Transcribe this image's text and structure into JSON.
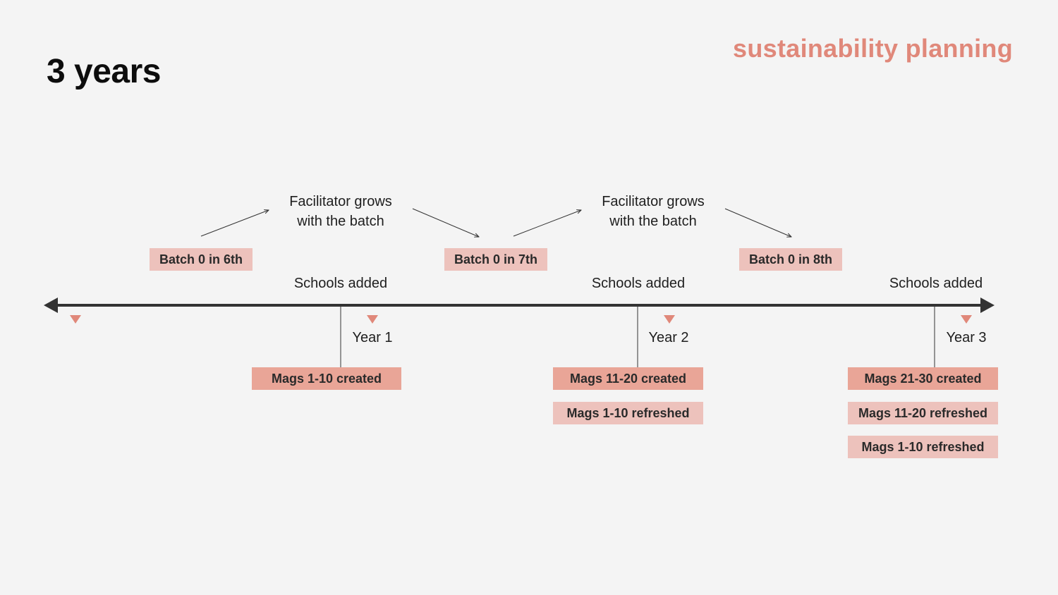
{
  "title": "3 years",
  "brand": "sustainability planning",
  "colors": {
    "axis": "#333333",
    "marker": "#e0887a",
    "box_light": "#edc2bc",
    "box_dark": "#e9a597",
    "brand": "#e0887a"
  },
  "growth_note": {
    "line1": "Facilitator grows",
    "line2": "with the batch"
  },
  "batches": [
    "Batch 0 in 6th",
    "Batch 0 in 7th",
    "Batch 0 in 8th"
  ],
  "schools_added": "Schools added",
  "years": [
    "Year 1",
    "Year 2",
    "Year 3"
  ],
  "mags": {
    "year1": [
      "Mags 1-10 created"
    ],
    "year2": [
      "Mags 11-20 created",
      "Mags 1-10 refreshed"
    ],
    "year3": [
      "Mags 21-30 created",
      "Mags 11-20 refreshed",
      "Mags 1-10 refreshed"
    ]
  }
}
